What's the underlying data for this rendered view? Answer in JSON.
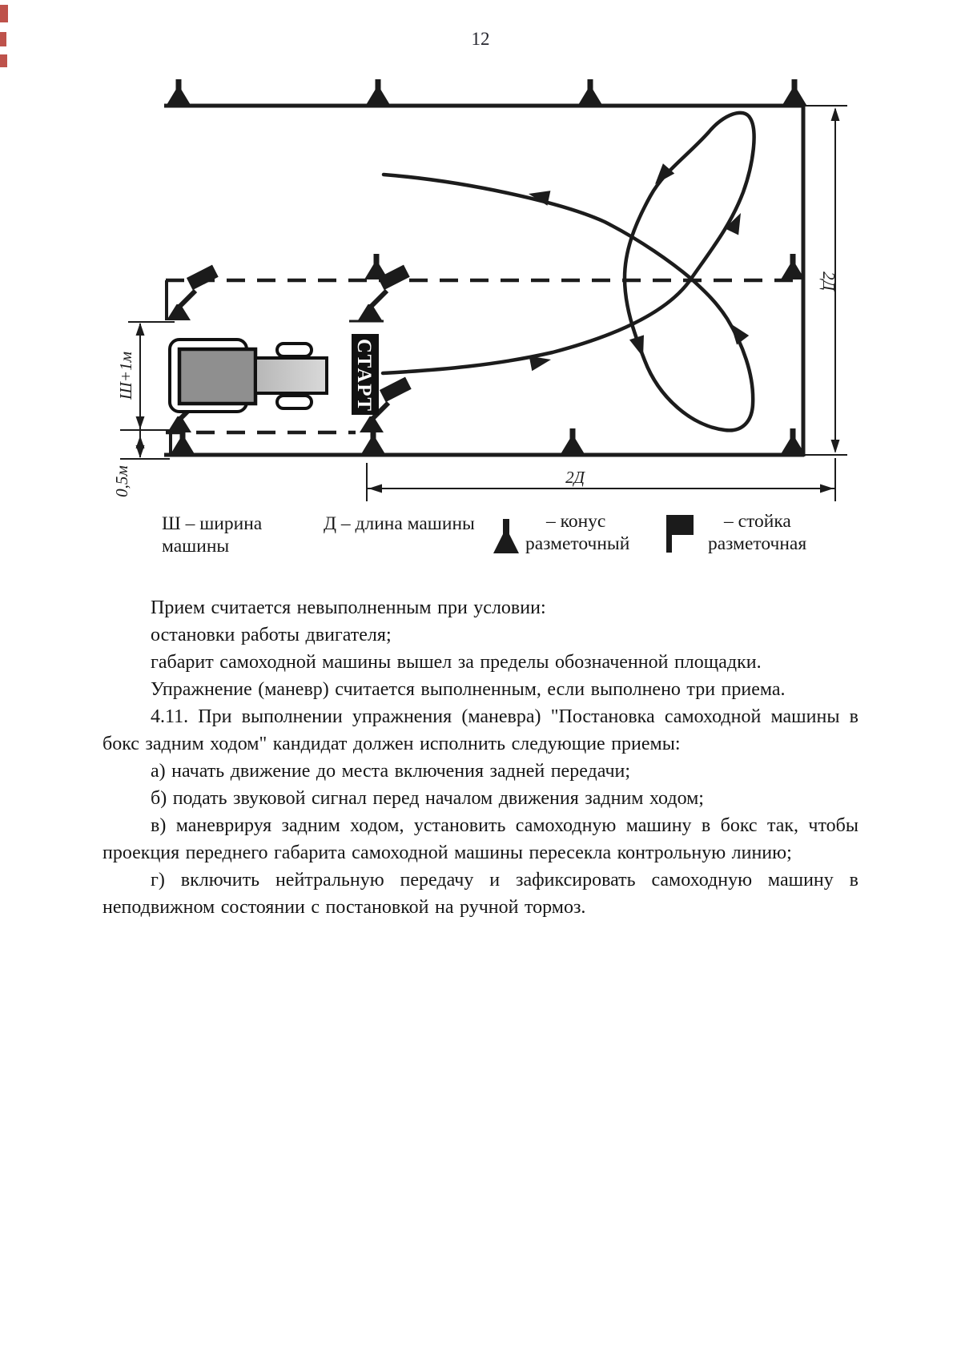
{
  "page": {
    "number": "12"
  },
  "diagram": {
    "start_sign": "СТАРТ",
    "dim_width": "Ш+1м",
    "dim_offset": "0,5м",
    "dim_2d_vertical": "2Д",
    "dim_2d_horizontal": "2Д",
    "legend": {
      "width_l1": "Ш – ширина",
      "width_l2": "машины",
      "length": "Д – длина машины",
      "cone_l1": "– конус",
      "cone_l2": "разметочный",
      "stand_l1": "– стойка",
      "stand_l2": "разметочная"
    }
  },
  "content": {
    "paragraphs": [
      "Прием считается невыполненным при условии:",
      "остановки работы двигателя;",
      "габарит самоходной машины вышел за пределы обозначенной площадки.",
      "Упражнение (маневр) считается выполненным, если выполнено три приема.",
      "4.11. При выполнении упражнения (маневра) \"Постановка самоходной машины в бокс задним ходом\" кандидат должен исполнить следующие приемы:",
      "а) начать движение до места включения задней передачи;",
      "б) подать звуковой сигнал перед началом движения задним ходом;",
      "в) маневрируя задним ходом, установить самоходную машину в бокс так, чтобы проекция переднего габарита самоходной машины пересекла контрольную линию;",
      "г) включить нейтральную передачу и зафиксировать самоходную машину в неподвижном состоянии с постановкой на ручной тормоз."
    ]
  }
}
